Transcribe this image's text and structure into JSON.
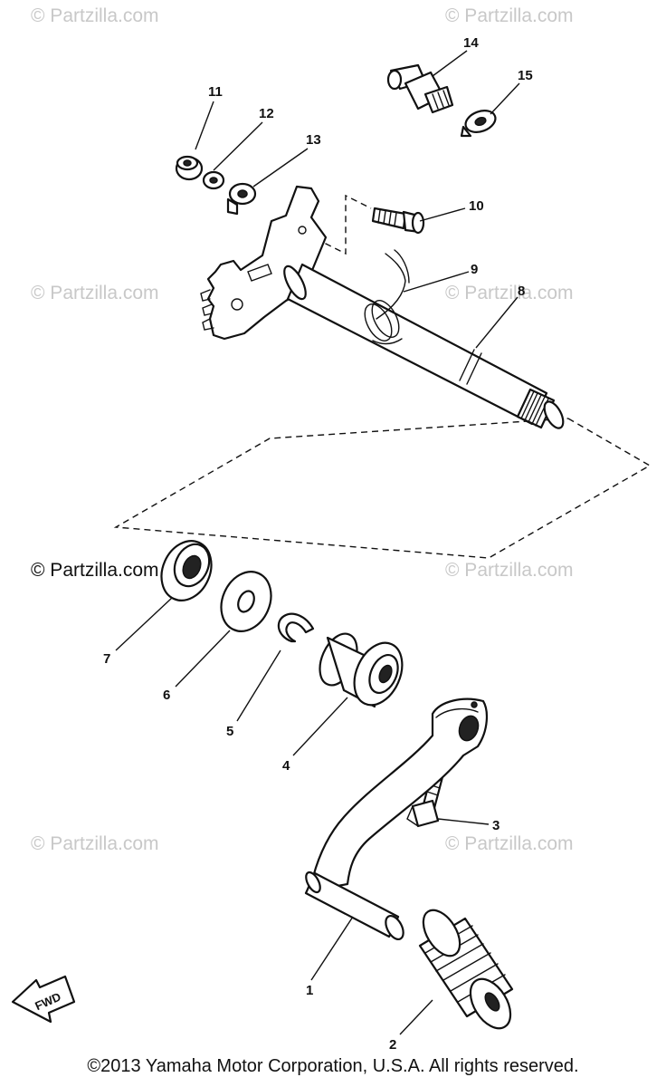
{
  "watermarks": {
    "text": "© Partzilla.com",
    "main_text": "© Partzilla.com"
  },
  "callouts": {
    "p1": "1",
    "p2": "2",
    "p3": "3",
    "p4": "4",
    "p5": "5",
    "p6": "6",
    "p7": "7",
    "p8": "8",
    "p9": "9",
    "p10": "10",
    "p11": "11",
    "p12": "12",
    "p13": "13",
    "p14": "14",
    "p15": "15"
  },
  "fwd_label": "FWD",
  "copyright": "©2013 Yamaha Motor Corporation, U.S.A. All rights reserved."
}
